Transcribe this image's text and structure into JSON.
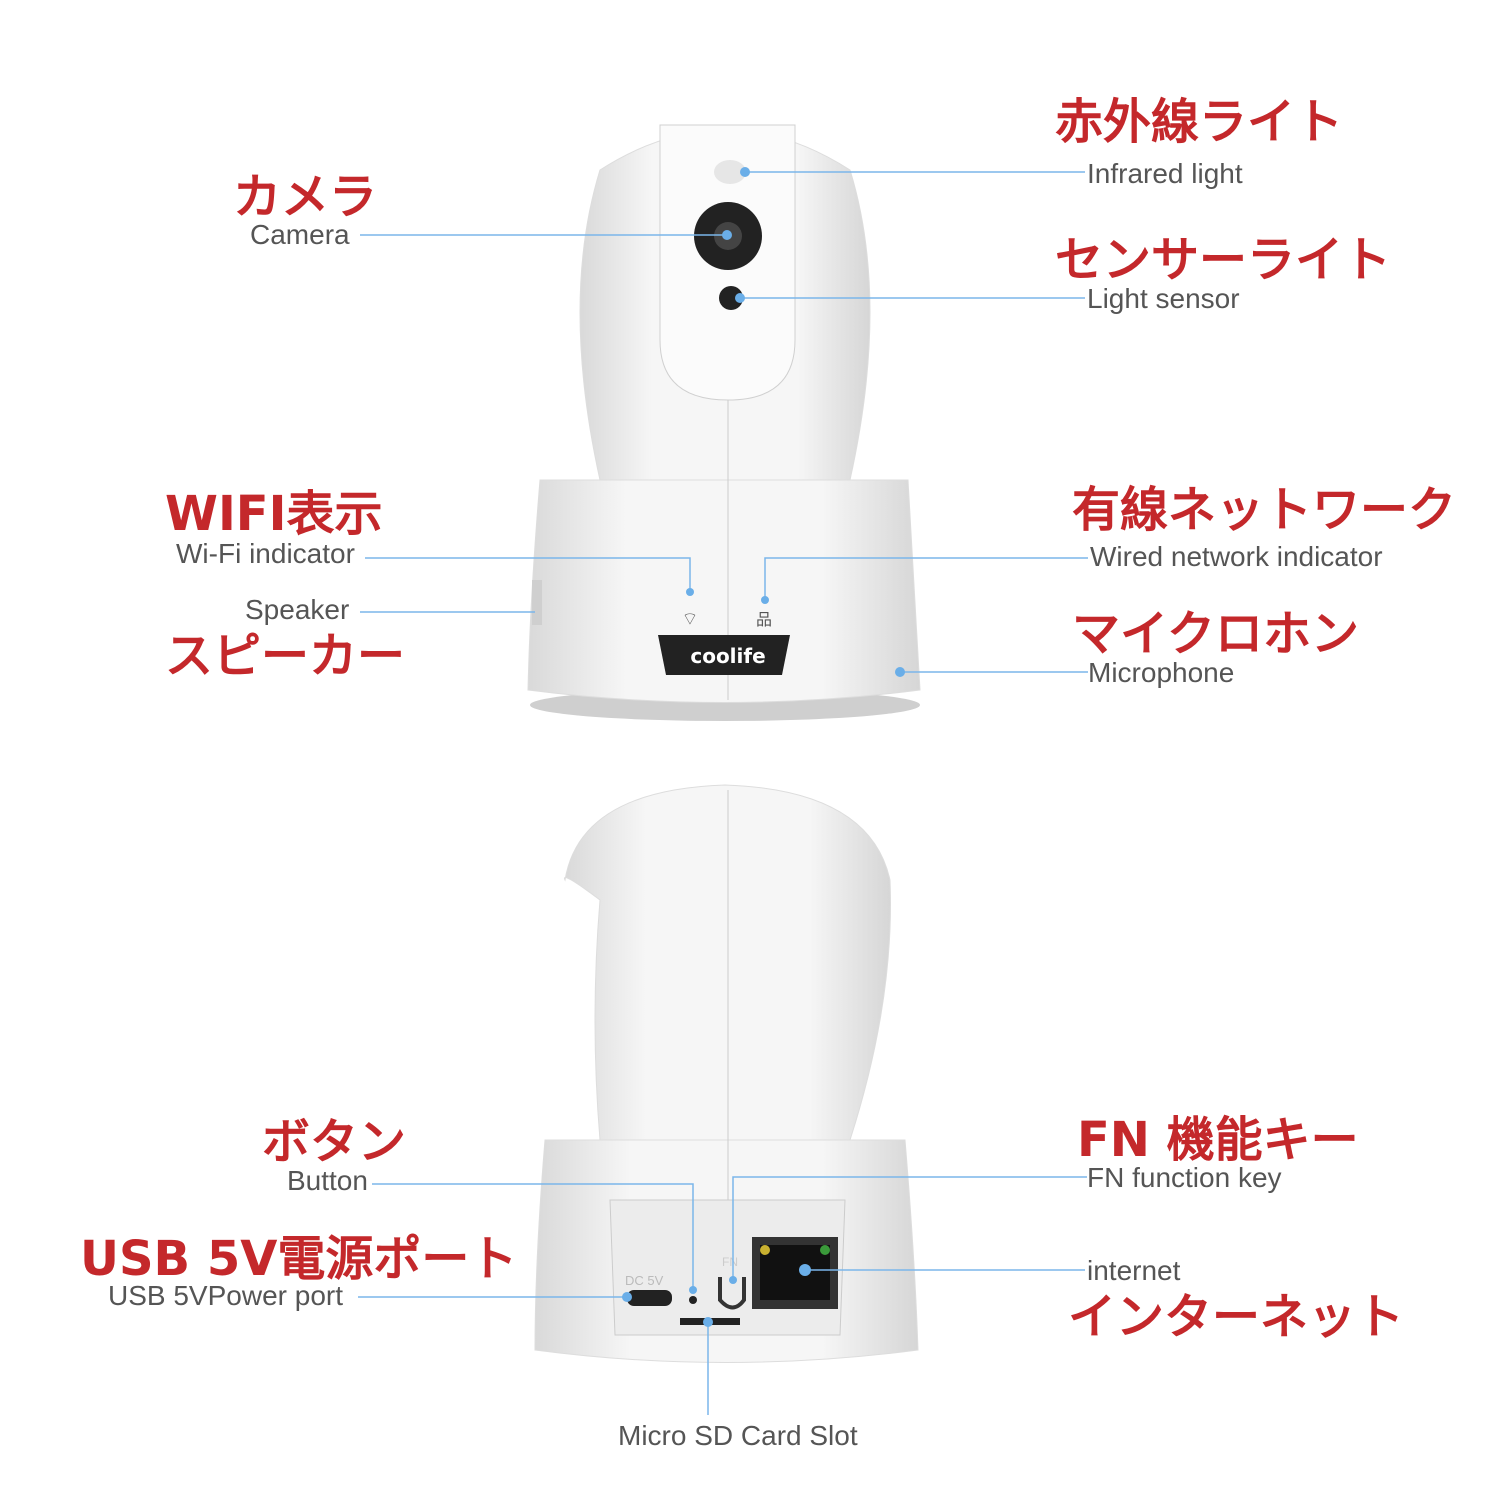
{
  "brand": "coolife",
  "device_text": {
    "dc": "DC 5V",
    "fn": "FN"
  },
  "colors": {
    "label_red": "#c4282b",
    "leader": "#7bb6ea"
  },
  "front_callouts": {
    "infrared": {
      "jp": "赤外線ライト",
      "en": "Infrared light"
    },
    "camera": {
      "jp": "カメラ",
      "en": "Camera"
    },
    "light_sensor": {
      "jp": "センサーライト",
      "en": "Light sensor"
    },
    "wifi": {
      "jp": "WIFI表示",
      "en": "Wi-Fi indicator"
    },
    "speaker": {
      "jp": "スピーカー",
      "en": "Speaker"
    },
    "wired": {
      "jp": "有線ネットワーク",
      "en": "Wired network indicator"
    },
    "microphone": {
      "jp": "マイクロホン",
      "en": "Microphone"
    }
  },
  "back_callouts": {
    "button": {
      "jp": "ボタン",
      "en": "Button"
    },
    "usb": {
      "jp": "USB 5V電源ポート",
      "en": "USB 5VPower port"
    },
    "fn": {
      "jp": "FN 機能キー",
      "en": "FN function key"
    },
    "internet": {
      "jp": "インターネット",
      "en": "internet"
    },
    "sd": {
      "en": "Micro SD Card Slot"
    }
  }
}
